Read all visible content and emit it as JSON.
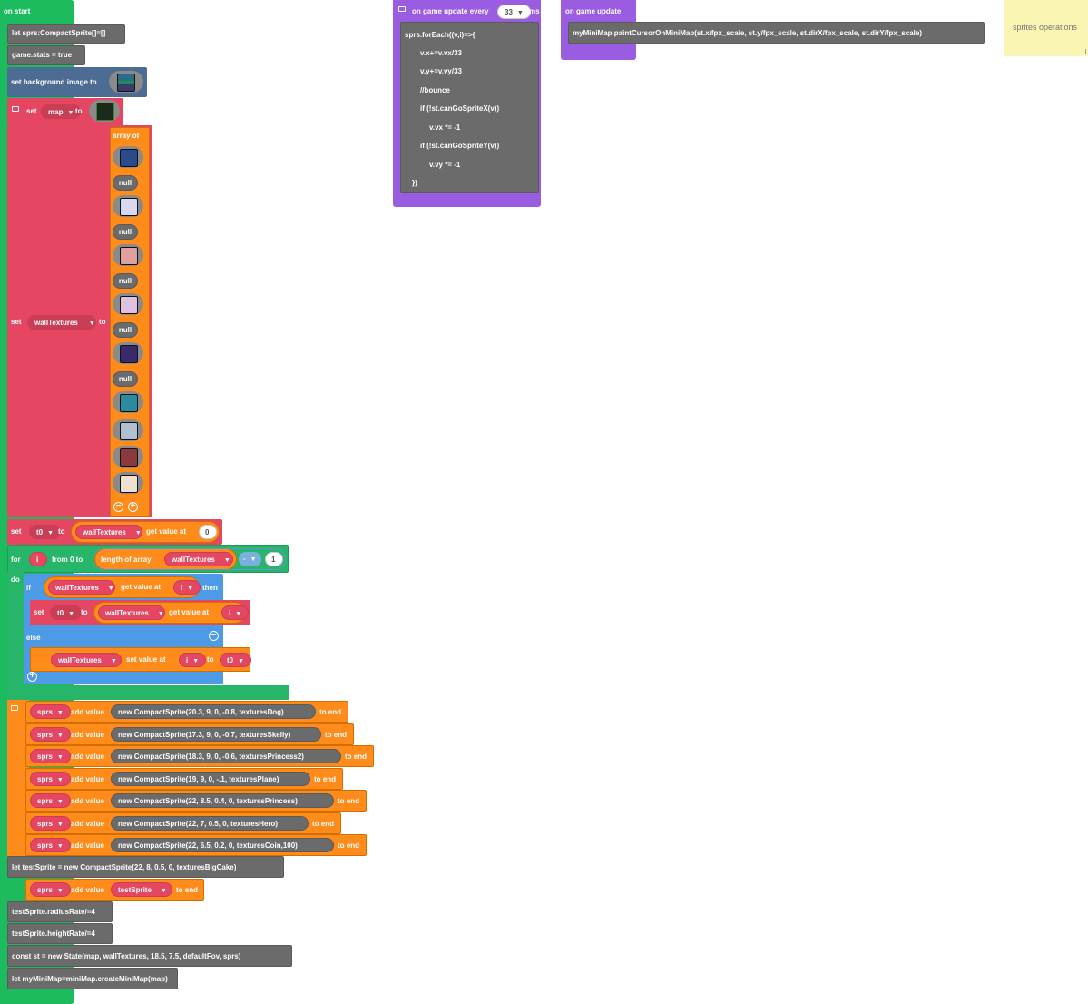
{
  "on_start": {
    "label": "on start",
    "let_sprs": "let sprs:CompactSprite[]=[]",
    "game_stats": "game.stats = true",
    "set_bg": "set background image to",
    "set_map": {
      "set": "set",
      "var": "map",
      "to": "to"
    },
    "set_walls": {
      "set": "set",
      "var": "wallTextures",
      "to": "to",
      "array_of": "array of",
      "null_label": "null",
      "items": [
        "img",
        "null",
        "img",
        "null",
        "img",
        "null",
        "img",
        "null",
        "img",
        "null",
        "img",
        "img",
        "img",
        "img"
      ]
    },
    "set_t0": {
      "set": "set",
      "var": "t0",
      "to": "to",
      "list": "wallTextures",
      "get": "get value at",
      "index": "0"
    },
    "for_loop": {
      "for": "for",
      "var": "i",
      "from": "from 0 to",
      "length": "length of array",
      "list": "wallTextures",
      "op": "-",
      "num": "1",
      "do": "do",
      "if": "if",
      "if_list": "wallTextures",
      "if_get": "get value at",
      "if_idx": "i",
      "then": "then",
      "then_set": "set",
      "then_var": "t0",
      "then_to": "to",
      "then_list": "wallTextures",
      "then_get": "get value at",
      "then_idx": "i",
      "else": "else",
      "else_list": "wallTextures",
      "else_set": "set value at",
      "else_idx": "i",
      "else_to": "to",
      "else_val": "t0"
    },
    "add_rows": [
      {
        "var": "sprs",
        "add": "add value",
        "expr": "new CompactSprite(20.3, 9, 0, -0.8, texturesDog)",
        "end": "to end"
      },
      {
        "var": "sprs",
        "add": "add value",
        "expr": "new CompactSprite(17.3, 9, 0, -0.7, texturesSkelly)",
        "end": "to end"
      },
      {
        "var": "sprs",
        "add": "add value",
        "expr": "new CompactSprite(18.3, 9, 0, -0.6, texturesPrincess2)",
        "end": "to end"
      },
      {
        "var": "sprs",
        "add": "add value",
        "expr": "new CompactSprite(19, 9, 0, -.1, texturesPlane)",
        "end": "to end"
      },
      {
        "var": "sprs",
        "add": "add value",
        "expr": "new CompactSprite(22, 8.5, 0.4, 0, texturesPrincess)",
        "end": "to end"
      },
      {
        "var": "sprs",
        "add": "add value",
        "expr": "new CompactSprite(22, 7, 0.5, 0, texturesHero)",
        "end": "to end"
      },
      {
        "var": "sprs",
        "add": "add value",
        "expr": "new CompactSprite(22, 6.5, 0.2, 0, texturesCoin,100)",
        "end": "to end"
      }
    ],
    "let_test": "let testSprite = new CompactSprite(22, 8, 0.5, 0, texturesBigCake)",
    "add_test": {
      "var": "sprs",
      "add": "add value",
      "expr": "testSprite",
      "end": "to end"
    },
    "radius": "testSprite.radiusRate/=4",
    "height": "testSprite.heightRate/=4",
    "const_st": "const st = new State(map, wallTextures, 18.5, 7.5, defaultFov, sprs)",
    "let_minimap": "let myMiniMap=miniMap.createMiniMap(map)"
  },
  "game_update_every": {
    "label": "on game update every",
    "interval": "33",
    "unit": "ms",
    "lines": [
      "sprs.forEach((v,i)=>{",
      "v.x+=v.vx/33",
      "v.y+=v.vy/33",
      "//bounce",
      "if (!st.canGoSpriteX(v))",
      "v.vx *= -1",
      "if (!st.canGoSpriteY(v))",
      "v.vy *= -1",
      "})"
    ]
  },
  "game_update": {
    "label": "on game update",
    "code": "myMiniMap.paintCursorOnMiniMap(st.x/fpx_scale, st.y/fpx_scale, st.dirX/fpx_scale, st.dirY/fpx_scale)"
  },
  "note": {
    "text": "sprites operations"
  },
  "colors": {
    "event": "#1bbb5e",
    "variables": "#e54762",
    "arrays": "#ff8c1a",
    "logic": "#4d9be6",
    "loops": "#27b56a",
    "scene": "#4c6c94",
    "game": "#9a5ce0",
    "code": "#6b6b6b"
  }
}
